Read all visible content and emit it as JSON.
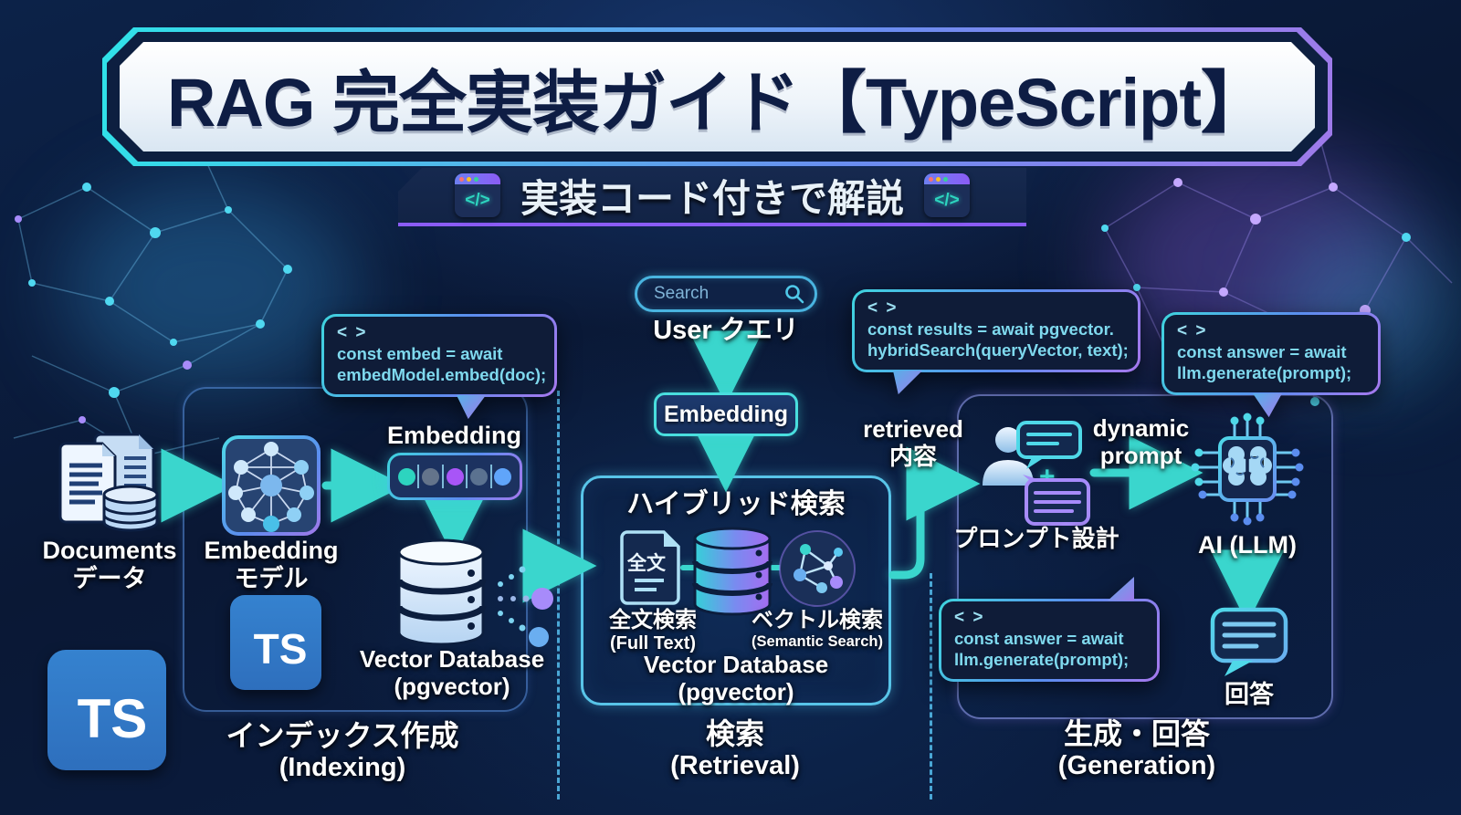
{
  "header": {
    "title": "RAG 完全実装ガイド【TypeScript】",
    "subtitle": "実装コード付きで解説",
    "code_icon_glyph": "</>"
  },
  "code_bubbles": {
    "icon_glyph": "< >",
    "embed": [
      "const embed = await",
      "embedModel.embed(doc);"
    ],
    "hybrid": [
      "const results = await pgvector.",
      "hybridSearch(queryVector, text);"
    ],
    "answer_top": [
      "const answer = await",
      "llm.generate(prompt);"
    ],
    "answer_bottom": [
      "const answer = await",
      "llm.generate(prompt);"
    ]
  },
  "indexing": {
    "documents": {
      "line1": "Documents",
      "line2": "データ"
    },
    "embedding_model": {
      "line1": "Embedding",
      "line2": "モデル"
    },
    "embedding_vector_label": "Embedding",
    "vector_dots": [
      "#2dd4bf",
      "#64748b",
      "#a855f7",
      "#5b7290",
      "#60a5fa"
    ],
    "vector_db": {
      "line1": "Vector Database",
      "line2": "(pgvector)"
    },
    "section_label_ja": "インデックス作成",
    "section_label_en": "(Indexing)"
  },
  "retrieval": {
    "search_placeholder": "Search",
    "user_query": "User クエリ",
    "embedding_button": "Embedding",
    "hybrid_title": "ハイブリッド検索",
    "full_text": {
      "ja": "全文検索",
      "en": "(Full Text)",
      "icon_text": "全文"
    },
    "vector_search": {
      "ja": "ベクトル検索",
      "en": "(Semantic Search)"
    },
    "vector_db": {
      "line1": "Vector Database",
      "line2": "(pgvector)"
    },
    "section_label_ja": "検索",
    "section_label_en": "(Retrieval)"
  },
  "generation": {
    "retrieved": {
      "line1": "retrieved",
      "line2": "内容"
    },
    "prompt_design": "プロンプト設計",
    "plus": "+",
    "dynamic_prompt": {
      "line1": "dynamic",
      "line2": "prompt"
    },
    "ai": "AI (LLM)",
    "answer": "回答",
    "section_label_ja": "生成・回答",
    "section_label_en": "(Generation)"
  },
  "ts_badge": "TS",
  "colors": {
    "accent_teal": "#3ad6cd",
    "accent_purple": "#9f7aea",
    "ts_blue": "#3178c6",
    "code_text": "#7fd9ee",
    "banner_text": "#0e1d44"
  }
}
